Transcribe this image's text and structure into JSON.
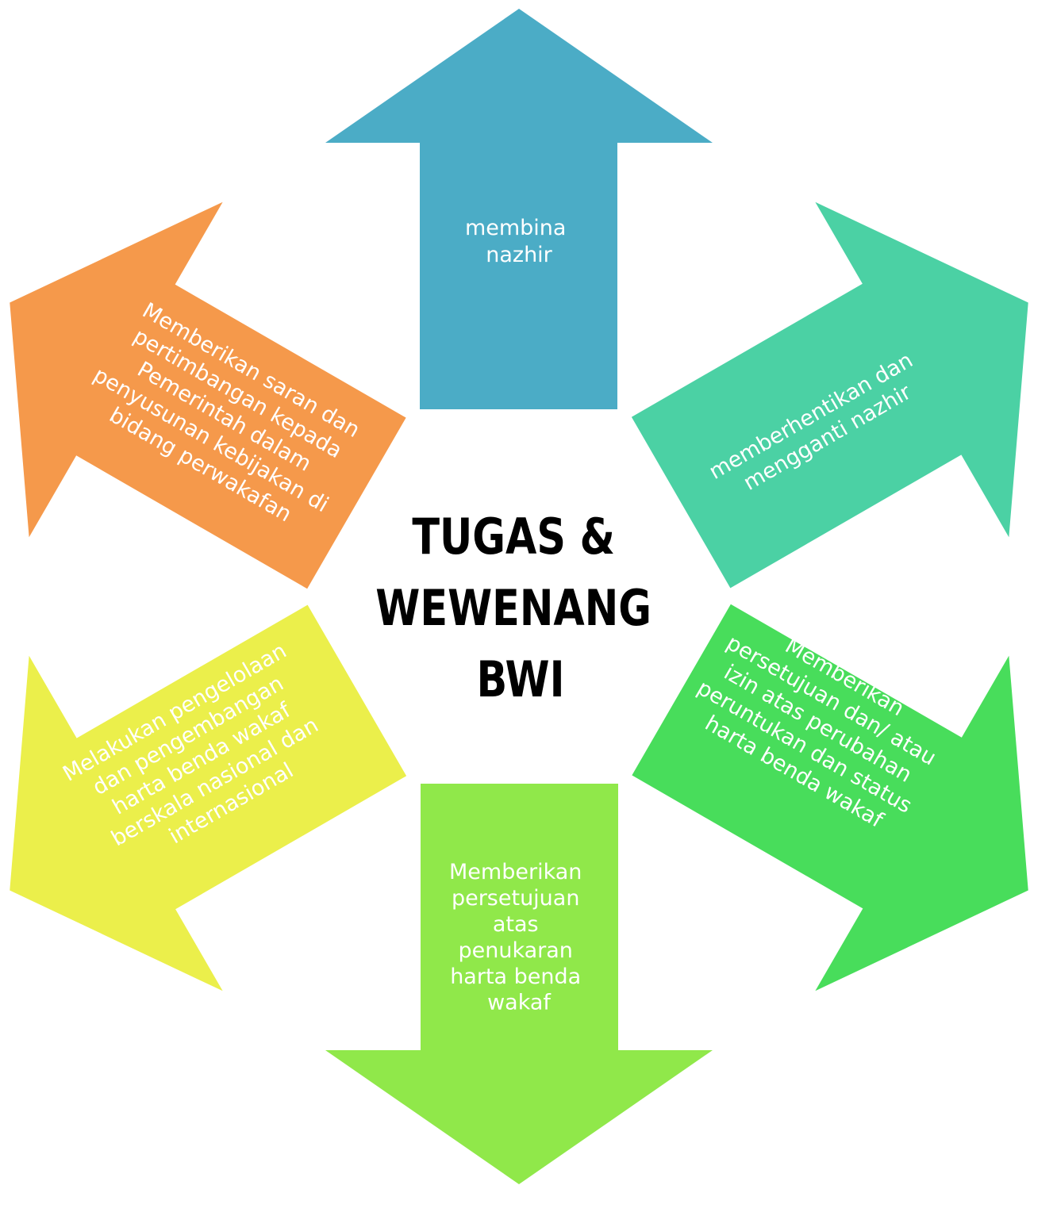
{
  "diagram": {
    "title_lines": [
      "TUGAS &",
      "WEWENANG",
      "BWI"
    ],
    "arrows": [
      {
        "id": "membina-nazhir",
        "direction": "up",
        "color": "#4BACC6",
        "lines": [
          "membina",
          "nazhir"
        ]
      },
      {
        "id": "memberhentikan-nazhir",
        "direction": "upper-right",
        "color": "#4BD1A4",
        "lines": [
          "memberhentikan dan",
          "mengganti nazhir"
        ]
      },
      {
        "id": "izin-perubahan-status",
        "direction": "lower-right",
        "color": "#48DD5B",
        "lines": [
          "Memberikan",
          "persetujuan dan/ atau",
          "izin atas perubahan",
          "peruntukan dan status",
          "harta benda wakaf"
        ]
      },
      {
        "id": "persetujuan-penukaran",
        "direction": "down",
        "color": "#90E84A",
        "lines": [
          "Memberikan",
          "persetujuan",
          "atas",
          "penukaran",
          "harta benda",
          "wakaf"
        ]
      },
      {
        "id": "pengelolaan-pengembangan",
        "direction": "lower-left",
        "color": "#EBEF4B",
        "lines": [
          "Melakukan pengelolaan",
          "dan pengembangan",
          "harta benda wakaf",
          "berskala nasional dan",
          "internasional"
        ]
      },
      {
        "id": "saran-pertimbangan",
        "direction": "upper-left",
        "color": "#F5994B",
        "lines": [
          "Memberikan saran dan",
          "pertimbangan kepada",
          "Pemerintah dalam",
          "penyusunan kebijakan di",
          "bidang perwakafan"
        ]
      }
    ]
  }
}
